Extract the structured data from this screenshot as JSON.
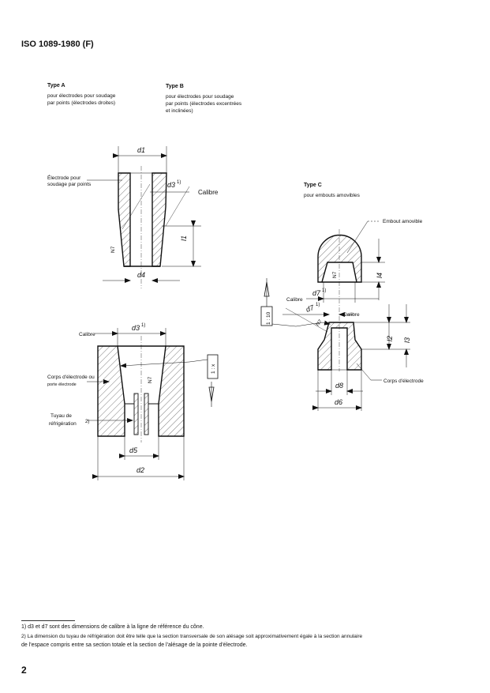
{
  "header": "ISO 1089-1980 (F)",
  "type_a": {
    "title": "Type A",
    "lines": [
      "pour électrodes pour soudage",
      "par points (électrodes droites)"
    ]
  },
  "type_b": {
    "title": "Type B",
    "lines": [
      "pour électrodes pour soudage",
      "par points (électrodes excentrées",
      "et inclinées)"
    ]
  },
  "type_c": {
    "title": "Type C",
    "lines": [
      "pour embouts amovibles"
    ]
  },
  "fig_a": {
    "label_electrode": [
      "Électrode pour",
      "soudage par points"
    ],
    "calibre": "Calibre",
    "d1": "d1",
    "d3": "d3",
    "d3_note": "1)",
    "d4": "d4",
    "l1": "l1",
    "n7": "N7"
  },
  "fig_body": {
    "calibre": "Calibre",
    "d3": "d3",
    "d3_note": "1)",
    "label_body": [
      "Corps d'électrode ou",
      "porte électrode"
    ],
    "label_pipe": [
      "Tuyau de",
      "réfrigération"
    ],
    "pipe_note": "2)",
    "d5": "d5",
    "d2": "d2",
    "n7": "N7",
    "taper": "1 : x"
  },
  "fig_c": {
    "embout": "Embout amovible",
    "corps": "Corps d'électrode",
    "calibre_1": "Calibre",
    "calibre_2": "Calibre",
    "d7": "d7",
    "d7_note": "1)",
    "l2": "l2",
    "l3": "l3",
    "l4": "l4",
    "d6": "d6",
    "d8": "d8",
    "n7": "N7",
    "taper": "1 : 10"
  },
  "footnotes": [
    "1)  d3 et d7 sont des dimensions de calibre à la ligne de référence du cône.",
    "2)  La dimension du tuyau de réfrigération doit être telle que la section transversale de son alésage soit approximativement égale à la section annulaire",
    "de l'espace compris entre sa section totale et la section de l'alésage de la pointe d'électrode."
  ],
  "page_number": "2"
}
